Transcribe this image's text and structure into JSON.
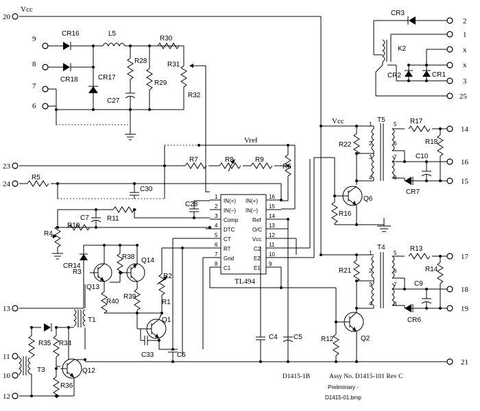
{
  "net_labels": {
    "vcc_top": "Vcc",
    "vcc_right": "Vcc",
    "vref": "Vref"
  },
  "terminals": {
    "t20": "20",
    "t9": "9",
    "t8": "8",
    "t7": "7",
    "t6": "6",
    "t23": "23",
    "t24": "24",
    "t13": "13",
    "t11": "11",
    "t10": "10",
    "t12": "12",
    "t2": "2",
    "t1": "1",
    "tx1": "x",
    "tx2": "x",
    "t3": "3",
    "t25": "25",
    "t14": "14",
    "t16": "16",
    "t15": "15",
    "t17": "17",
    "t18": "18",
    "t19": "19",
    "t21": "21"
  },
  "components": {
    "CR16": "CR16",
    "CR18": "CR18",
    "CR17": "CR17",
    "L5": "L5",
    "R28": "R28",
    "R29": "R29",
    "R30": "R30",
    "R31": "R31",
    "R32": "R32",
    "C27": "C27",
    "CR3": "CR3",
    "K2": "K2",
    "CR2": "CR2",
    "CR1": "CR1",
    "R7": "R7",
    "R8": "R8",
    "R9": "R9",
    "R6": "R6",
    "R5": "R5",
    "C30": "C30",
    "C28": "C28",
    "C7": "C7",
    "R11": "R11",
    "R10": "R10",
    "R4": "R4",
    "CR14": "CR14",
    "Q13": "Q13",
    "Q14": "Q14",
    "R38": "R38",
    "R3": "R3",
    "R40": "R40",
    "R39": "R39",
    "R2": "R2",
    "R1": "R1",
    "Q1": "Q1",
    "C33": "C33",
    "C5a": "C5",
    "T1": "T1",
    "R35": "R35",
    "R34": "R34",
    "T3": "T3",
    "Q12": "Q12",
    "R36": "R36",
    "C4": "C4",
    "C5b": "C5",
    "R22": "R22",
    "T5": "T5",
    "R17": "R17",
    "R18": "R18",
    "C10": "C10",
    "CR7": "CR7",
    "Q6": "Q6",
    "R16": "R16",
    "R21": "R21",
    "T4": "T4",
    "R13": "R13",
    "R14": "R14",
    "C9": "C9",
    "CR6": "CR6",
    "Q2": "Q2",
    "R12": "R12"
  },
  "ic": {
    "name": "TL494",
    "left_pins": [
      {
        "num": "1",
        "name": "IN(+)"
      },
      {
        "num": "2",
        "name": "IN(−)"
      },
      {
        "num": "3",
        "name": "Comp"
      },
      {
        "num": "4",
        "name": "DTC"
      },
      {
        "num": "5",
        "name": "CT"
      },
      {
        "num": "6",
        "name": "RT"
      },
      {
        "num": "7",
        "name": "Gnd"
      },
      {
        "num": "8",
        "name": "C1"
      }
    ],
    "right_pins": [
      {
        "num": "16",
        "name": "IN(+)"
      },
      {
        "num": "15",
        "name": "IN(−)"
      },
      {
        "num": "14",
        "name": "Ref"
      },
      {
        "num": "13",
        "name": "O/C"
      },
      {
        "num": "12",
        "name": "Vcc"
      },
      {
        "num": "11",
        "name": "C2"
      },
      {
        "num": "10",
        "name": "E2"
      },
      {
        "num": "9",
        "name": "E1"
      }
    ]
  },
  "title_block": {
    "drawing": "D1415-1B",
    "assy": "Assy No. D1415-101 Rev C",
    "status": "Preliminary -",
    "file": "D1415-01.bmp"
  }
}
